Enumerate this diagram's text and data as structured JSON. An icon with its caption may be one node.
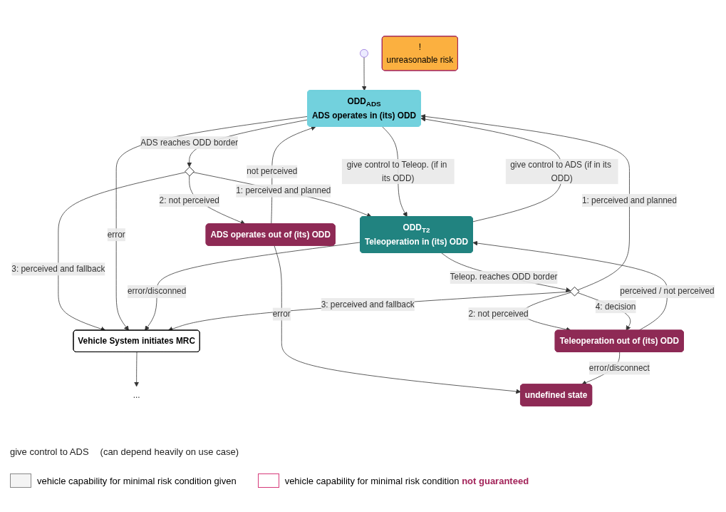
{
  "diagram": {
    "nodes": [
      {
        "text": [],
        "shape": "circle"
      },
      {
        "text": [
          "ODD$_{ADS}$",
          "ADS operates in (its) ODD"
        ]
      },
      {
        "text": [],
        "shape": "diamond"
      },
      {
        "text": [
          "ADS operates out of (its) ODD"
        ]
      },
      {
        "text": [
          "Vehicle System initiates MRC"
        ]
      },
      {
        "text": [
          "..."
        ]
      },
      {
        "text": [
          "undefined state"
        ]
      },
      {
        "text": [
          "!",
          "unreasonable risk"
        ]
      },
      {
        "text": [
          "ODD$_{T2}$",
          "Teleoperation in (its) ODD"
        ]
      },
      {
        "text": [],
        "shape": "diamond"
      },
      {
        "text": [
          "Teleoperation out of (its) ODD"
        ]
      }
    ],
    "edges": [
      {
        "from": 0,
        "to": 1,
        "arrow": "to"
      },
      {
        "from": 1,
        "to": 2,
        "arrow": "to",
        "label": "ADS reaches ODD border"
      },
      {
        "from": 2,
        "to": 8,
        "arrow": "to",
        "label": "1: perceived and planned"
      },
      {
        "from": 2,
        "to": 3,
        "arrow": "to",
        "label": "2: not perceived"
      },
      {
        "from": 2,
        "to": 4,
        "arrow": "to",
        "label": "3: perceived and fallback"
      },
      {
        "from": 3,
        "to": 1,
        "arrow": "to",
        "label": "not perceived"
      },
      {
        "from": 1,
        "to": 4,
        "arrow": "to",
        "label": "error"
      },
      {
        "from": 4,
        "to": 5,
        "arrow": "to"
      },
      {
        "from": 3,
        "to": 6,
        "arrow": "to",
        "label": "error"
      },
      {
        "from": 1,
        "to": 8,
        "arrow": "to",
        "label": "give control to Teleop. (if in its ODD)"
      },
      {
        "from": 8,
        "to": 1,
        "arrow": "to",
        "label": "give control to ADS (if in its ODD)"
      },
      {
        "from": 8,
        "to": 4,
        "arrow": "to",
        "label": "error/disconned"
      },
      {
        "from": 8,
        "to": 9,
        "arrow": "to",
        "label": "Teleop. reaches ODD border"
      },
      {
        "from": 9,
        "to": 4,
        "arrow": "to",
        "label": "3: perceived and fallback"
      },
      {
        "from": 9,
        "to": 10,
        "arrow": "to",
        "label": "2: not perceived"
      },
      {
        "from": 9,
        "to": 10,
        "arrow": "to",
        "label": "4: decision"
      },
      {
        "from": 9,
        "to": 1,
        "arrow": "to",
        "label": "1: perceived and planned"
      },
      {
        "from": 10,
        "to": 6,
        "arrow": "to",
        "label": "error/disconnect"
      },
      {
        "from": 10,
        "to": 8,
        "arrow": "to",
        "label": "perceived / not perceived"
      }
    ],
    "labels": [
      "give control to ADS",
      "(can depend heavily on use case)"
    ],
    "legend": [
      {
        "text": "vehicle capability for minimal risk condition given",
        "color": "#f4f4f4"
      },
      {
        "text": "vehicle capability for minimal risk condition **not guaranteed**",
        "color": "#ffffff"
      }
    ]
  }
}
